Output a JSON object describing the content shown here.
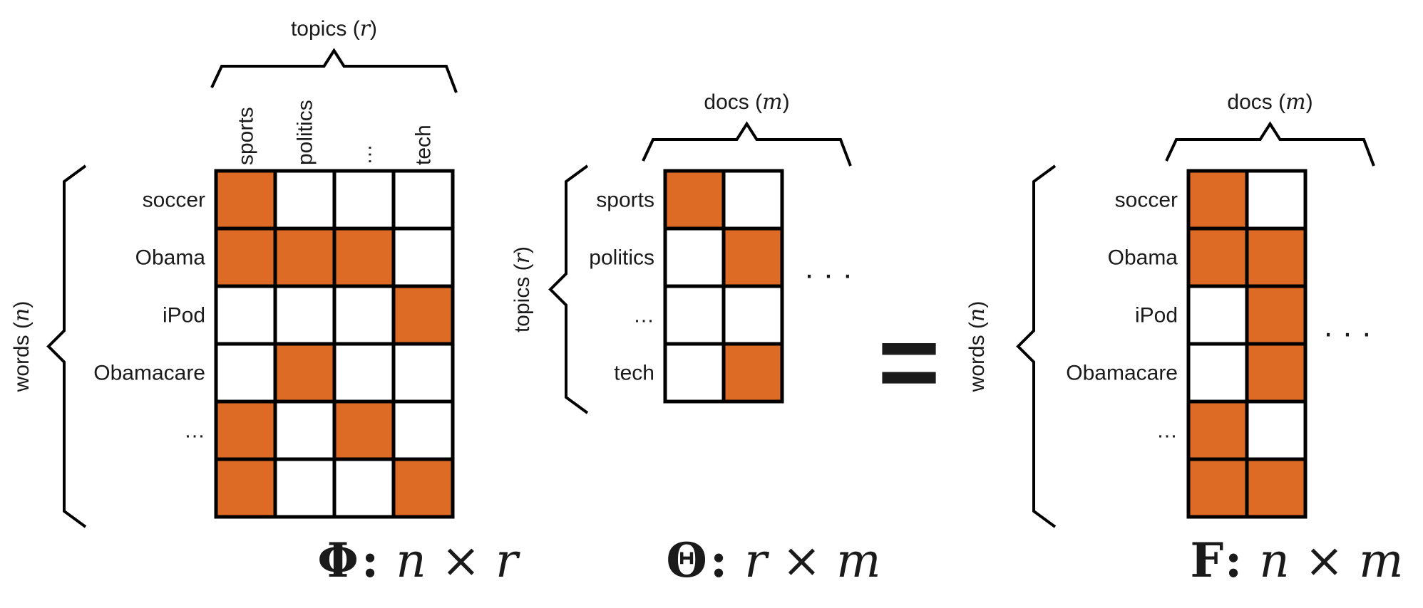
{
  "colors": {
    "filled": "#DD6B26",
    "empty": "#FFFFFF",
    "line": "#000000"
  },
  "matrices": [
    {
      "id": "phi",
      "top_brace_label": {
        "main": "topics ",
        "var": "r"
      },
      "side_brace_label": {
        "main": "words ",
        "var": "n"
      },
      "col_labels": [
        "sports",
        "politics",
        "…",
        "tech"
      ],
      "row_labels": [
        "soccer",
        "Obama",
        "iPod",
        "Obamacare",
        "…",
        ""
      ],
      "cells": [
        [
          1,
          0,
          0,
          0
        ],
        [
          1,
          1,
          1,
          0
        ],
        [
          0,
          0,
          0,
          1
        ],
        [
          0,
          1,
          0,
          0
        ],
        [
          1,
          0,
          1,
          0
        ],
        [
          1,
          0,
          0,
          1
        ]
      ],
      "trailing_ellipsis": "",
      "caption": {
        "symbol": "Φ",
        "sep": ":",
        "expr": "n × r"
      }
    },
    {
      "id": "theta",
      "top_brace_label": {
        "main": "docs ",
        "var": "m"
      },
      "side_brace_label": {
        "main": "topics ",
        "var": "r"
      },
      "col_labels": [],
      "row_labels": [
        "sports",
        "politics",
        "…",
        "tech"
      ],
      "cells": [
        [
          1,
          0
        ],
        [
          0,
          1
        ],
        [
          0,
          0
        ],
        [
          0,
          1
        ]
      ],
      "trailing_ellipsis": "· · ·",
      "caption": {
        "symbol": "Θ",
        "sep": ":",
        "expr": "r × m"
      }
    },
    {
      "id": "f",
      "top_brace_label": {
        "main": "docs ",
        "var": "m"
      },
      "side_brace_label": {
        "main": "words ",
        "var": "n"
      },
      "col_labels": [],
      "row_labels": [
        "soccer",
        "Obama",
        "iPod",
        "Obamacare",
        "…",
        ""
      ],
      "cells": [
        [
          1,
          0
        ],
        [
          1,
          1
        ],
        [
          0,
          1
        ],
        [
          0,
          1
        ],
        [
          1,
          0
        ],
        [
          1,
          1
        ]
      ],
      "trailing_ellipsis": "· · ·",
      "caption": {
        "symbol": "F",
        "sep": ":",
        "expr": "n × m"
      }
    }
  ],
  "equals_sign": "="
}
